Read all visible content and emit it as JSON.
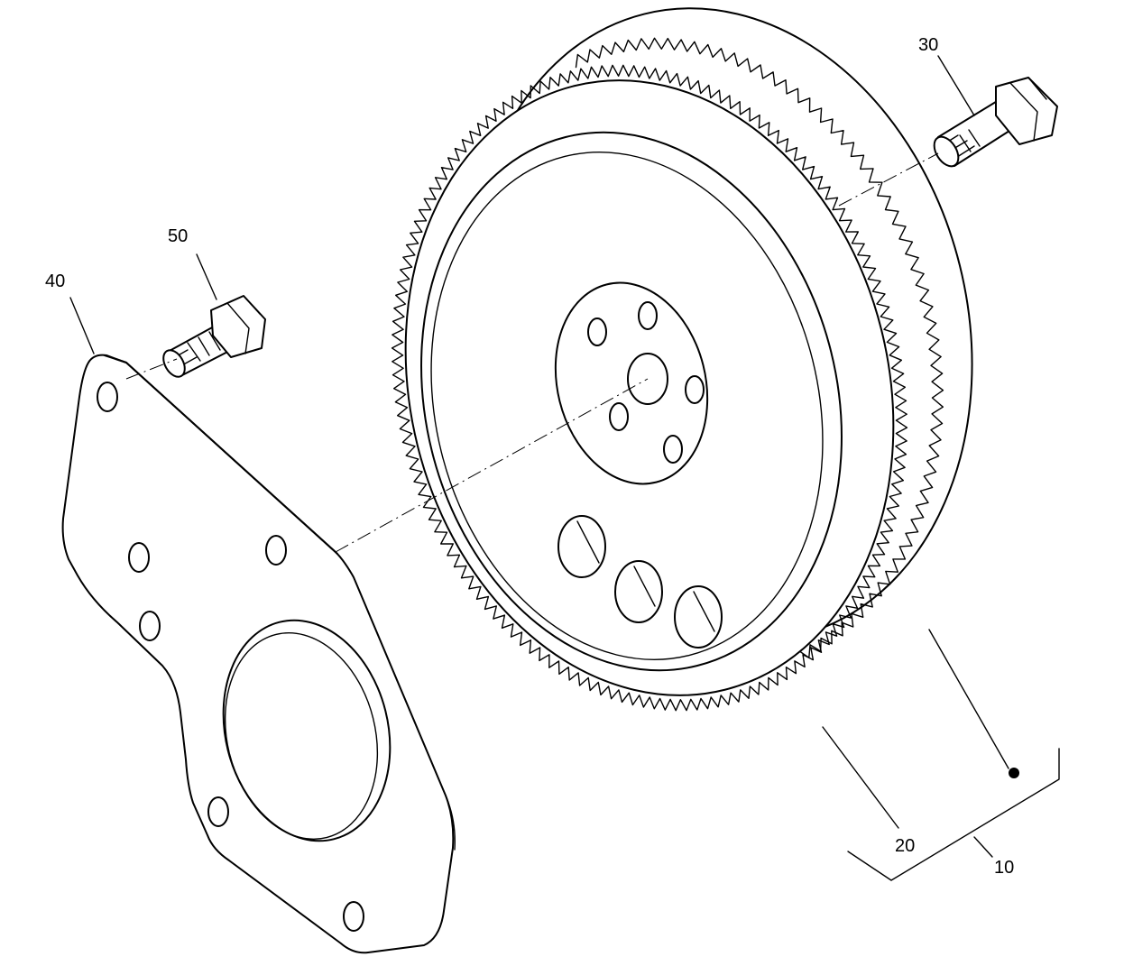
{
  "diagram": {
    "callouts": [
      {
        "id": "c10",
        "label": "10"
      },
      {
        "id": "c20",
        "label": "20"
      },
      {
        "id": "c30",
        "label": "30"
      },
      {
        "id": "c40",
        "label": "40"
      },
      {
        "id": "c50",
        "label": "50"
      }
    ],
    "parts": [
      {
        "callout": "10",
        "part": "flywheel-assembly"
      },
      {
        "callout": "20",
        "part": "ring-gear"
      },
      {
        "callout": "30",
        "part": "flywheel-bolt"
      },
      {
        "callout": "40",
        "part": "adapter-plate"
      },
      {
        "callout": "50",
        "part": "plate-bolt"
      }
    ]
  }
}
